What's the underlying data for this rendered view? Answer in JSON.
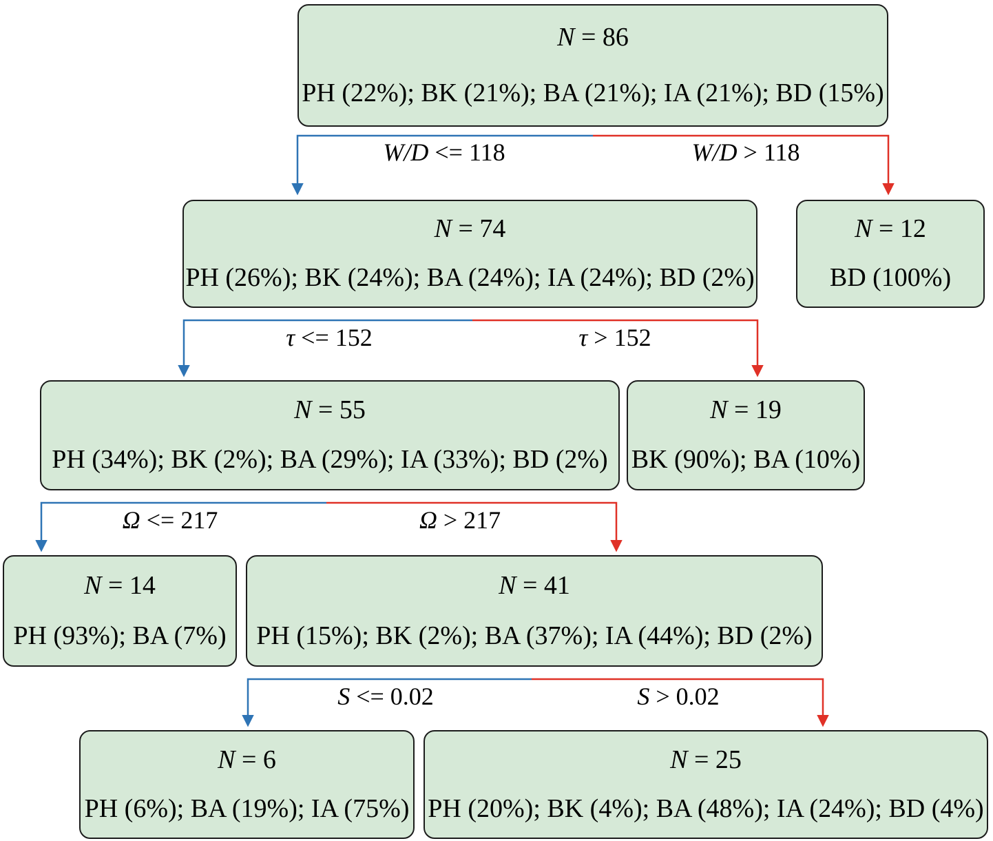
{
  "figure": {
    "kind": "decision-tree"
  },
  "colors": {
    "background": "#ffffff",
    "node_fill": "#d6e9d7",
    "node_border": "#1c1c1c",
    "left_branch": "#2e74b5",
    "right_branch": "#e03127",
    "text": "#000000"
  },
  "nodes": {
    "root": {
      "count_var": "N",
      "count_rest": " = 86",
      "distribution": "PH (22%); BK (21%); BA (21%); IA (21%); BD (15%)"
    },
    "n74": {
      "count_var": "N",
      "count_rest": " = 74",
      "distribution": "PH (26%); BK (24%); BA (24%); IA (24%); BD (2%)"
    },
    "n12": {
      "count_var": "N",
      "count_rest": " = 12",
      "distribution": "BD (100%)"
    },
    "n55": {
      "count_var": "N",
      "count_rest": " = 55",
      "distribution": "PH (34%); BK (2%); BA (29%); IA (33%); BD (2%)"
    },
    "n19": {
      "count_var": "N",
      "count_rest": " = 19",
      "distribution": "BK (90%); BA (10%)"
    },
    "n14": {
      "count_var": "N",
      "count_rest": " = 14",
      "distribution": "PH (93%); BA (7%)"
    },
    "n41": {
      "count_var": "N",
      "count_rest": " = 41",
      "distribution": "PH (15%); BK (2%); BA (37%); IA (44%); BD (2%)"
    },
    "n6": {
      "count_var": "N",
      "count_rest": " = 6",
      "distribution": "PH (6%); BA (19%); IA (75%)"
    },
    "n25": {
      "count_var": "N",
      "count_rest": " = 25",
      "distribution": "PH (20%); BK (4%); BA (48%); IA (24%); BD (4%)"
    }
  },
  "edges": {
    "wd_le": {
      "variable": "W/D",
      "condition": " <= 118"
    },
    "wd_gt": {
      "variable": "W/D",
      "condition": " > 118"
    },
    "tau_le": {
      "variable": "τ",
      "condition": " <= 152"
    },
    "tau_gt": {
      "variable": "τ",
      "condition": " > 152"
    },
    "omega_le": {
      "variable": "Ω",
      "condition": " <= 217"
    },
    "omega_gt": {
      "variable": "Ω",
      "condition": " > 217"
    },
    "s_le": {
      "variable": "S",
      "condition": " <= 0.02"
    },
    "s_gt": {
      "variable": "S",
      "condition": " > 0.02"
    }
  }
}
